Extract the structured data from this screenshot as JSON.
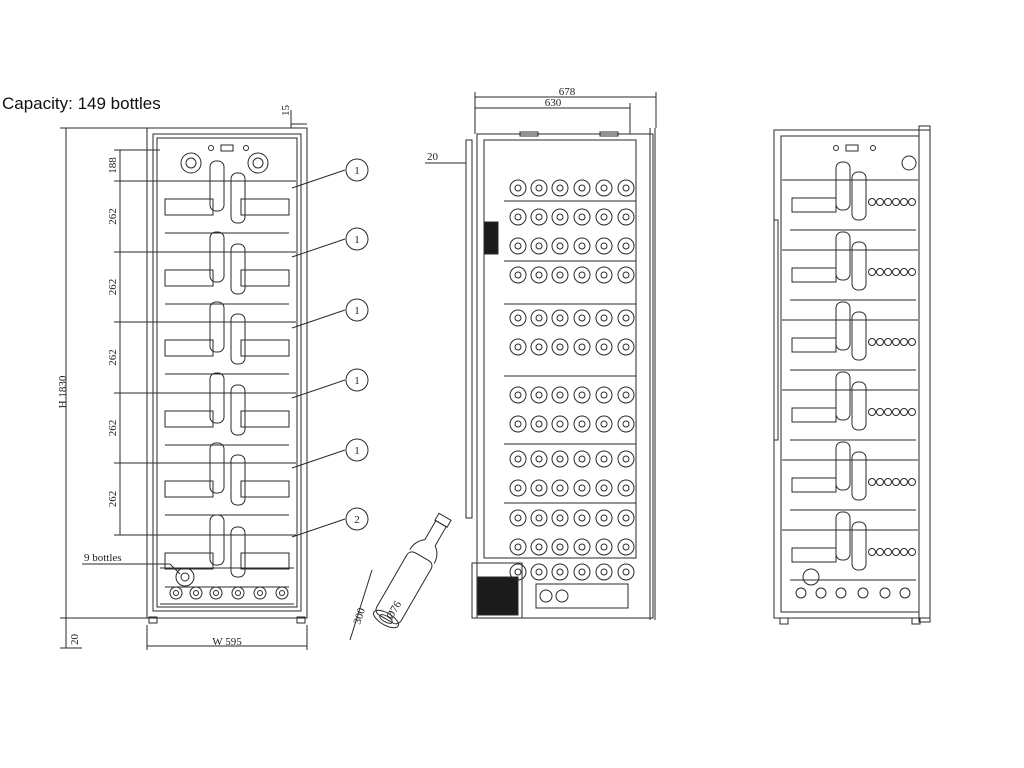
{
  "title": "Capacity: 149 bottles",
  "front": {
    "top_gap": "15",
    "shelf_spacings": [
      "188",
      "262",
      "262",
      "262",
      "262",
      "262"
    ],
    "height": "H 1830",
    "width": "W 595",
    "foot": "20",
    "bottom_note": "9 bottles",
    "callouts": [
      "1",
      "1",
      "1",
      "1",
      "1",
      "2"
    ]
  },
  "side": {
    "overall_depth": "678",
    "cabinet_depth": "630",
    "door_thickness": "20"
  },
  "bottle": {
    "length": "300",
    "diameter": "Ø76"
  },
  "colors": {
    "line": "#2a2a2a",
    "background": "#ffffff"
  }
}
